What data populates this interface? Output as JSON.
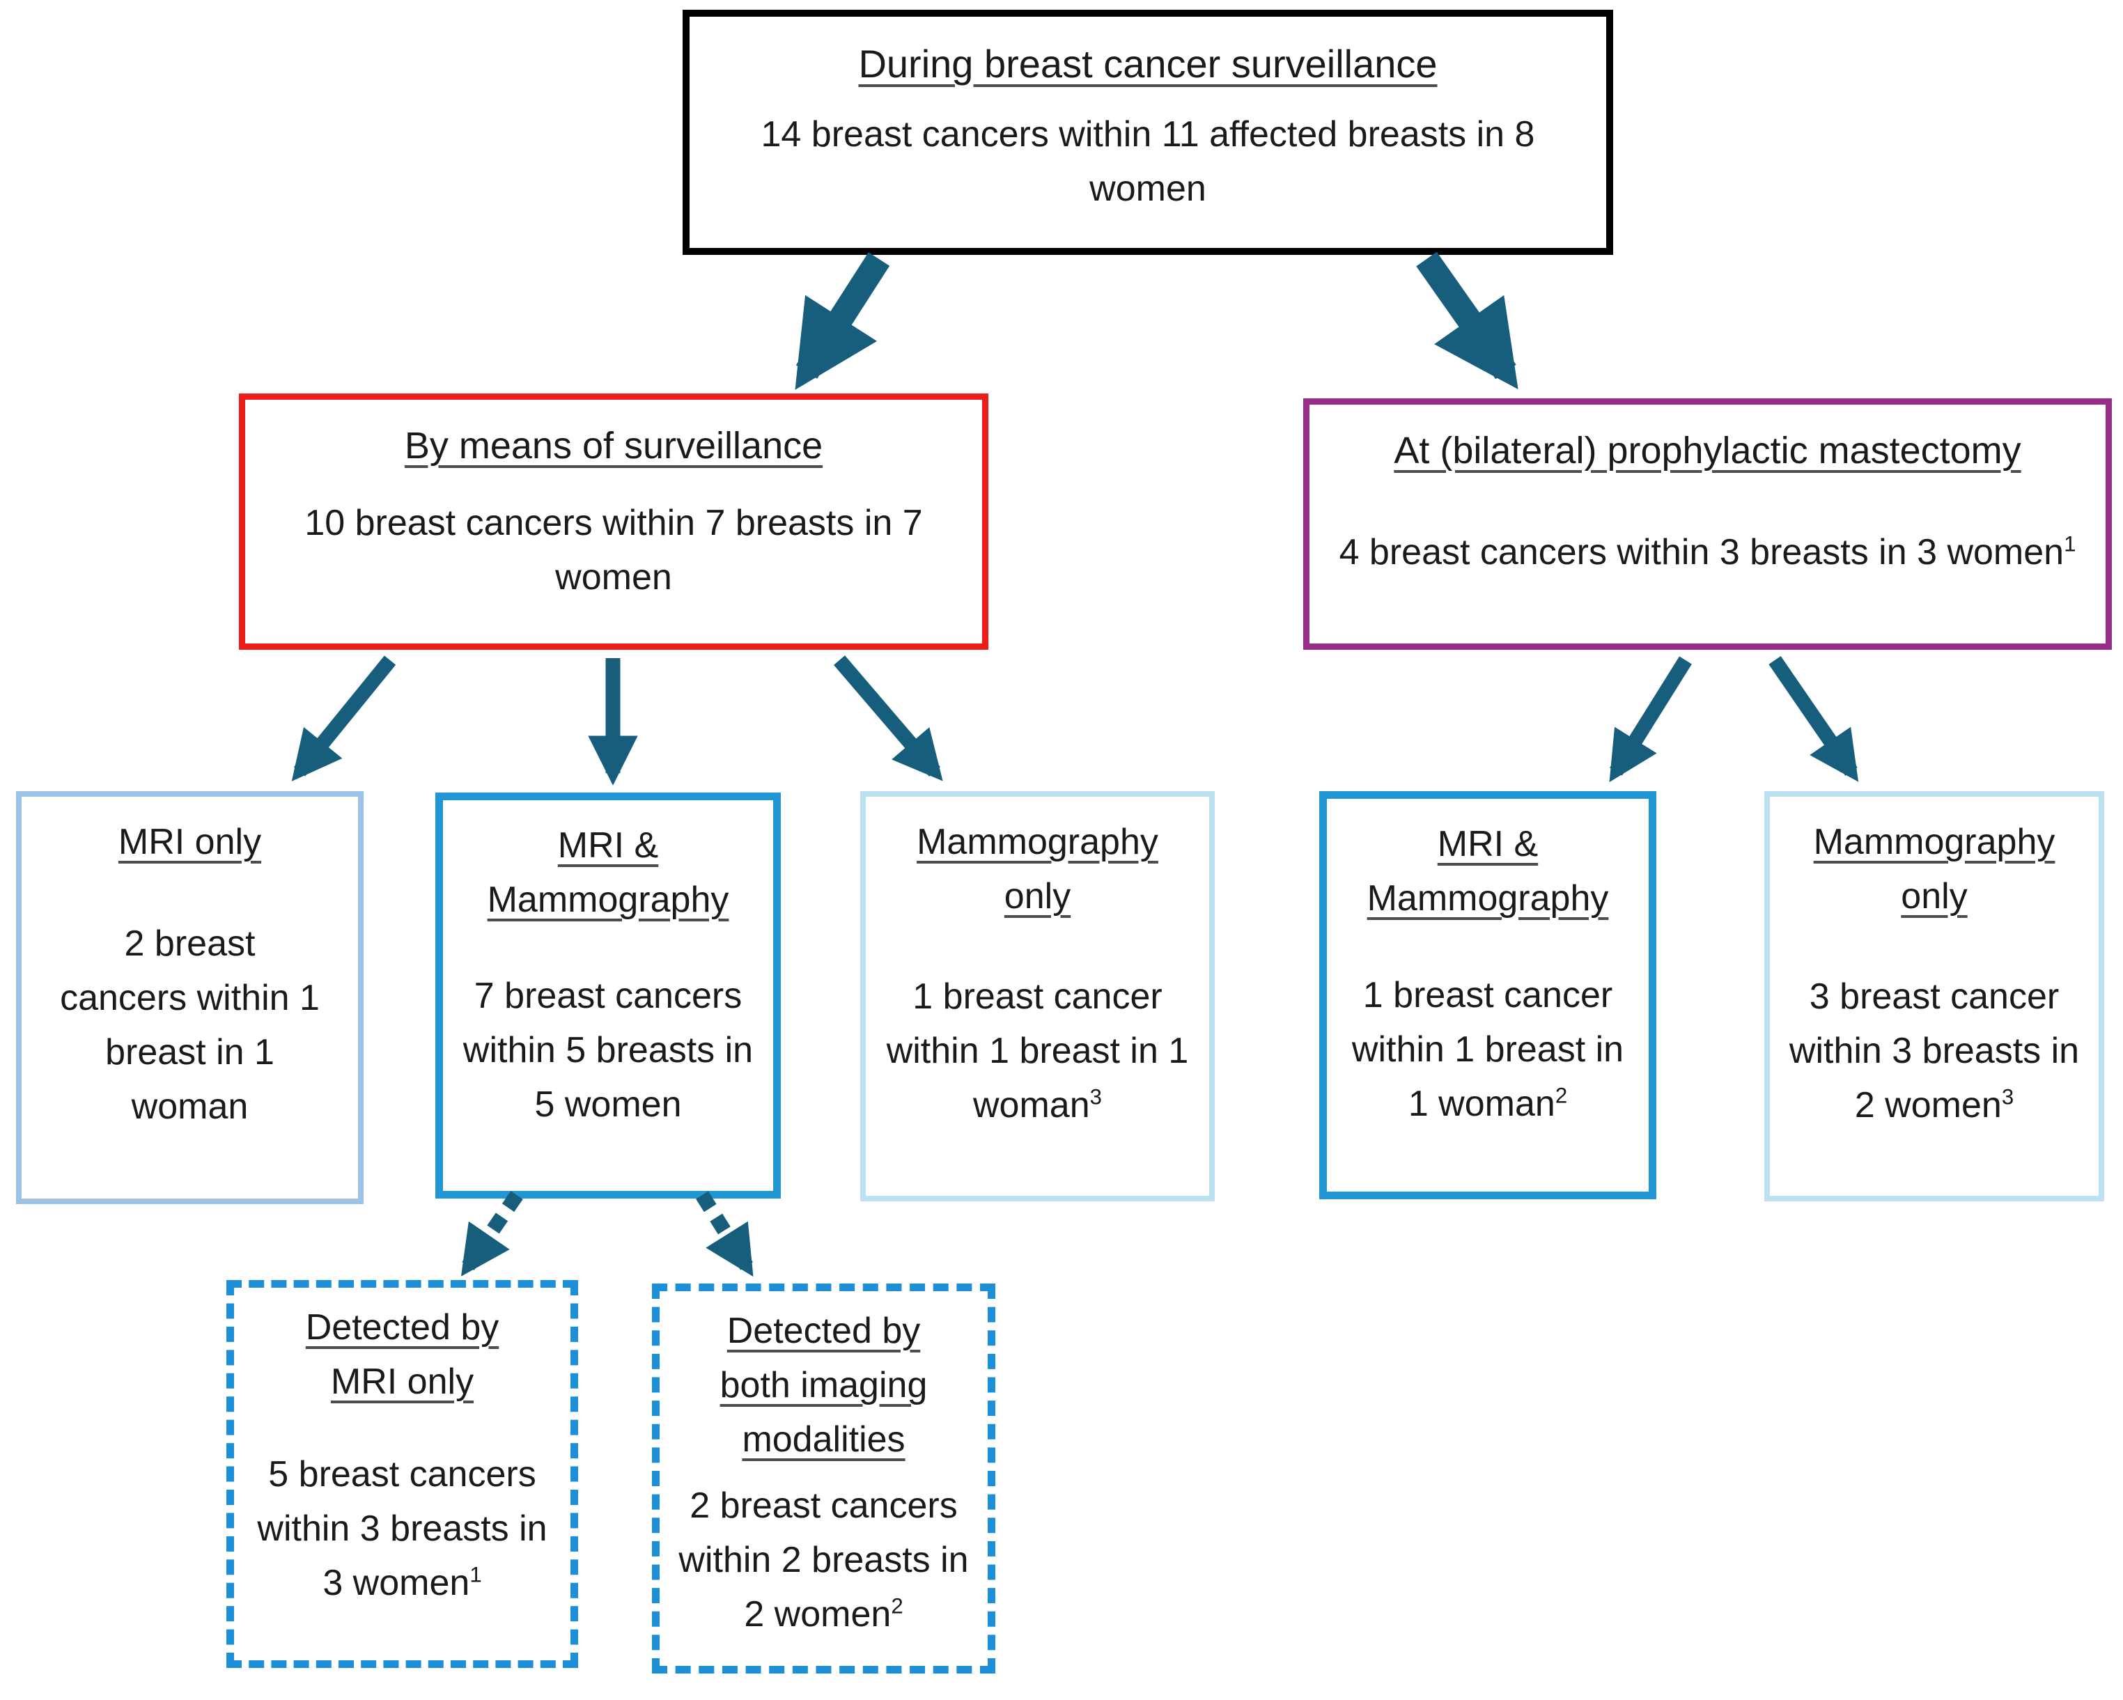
{
  "diagram": {
    "boxes": {
      "top": {
        "title": "During breast cancer surveillance",
        "body": "14 breast cancers within 11 affected breasts in 8 women"
      },
      "surveillance": {
        "title": "By means of surveillance",
        "body": "10 breast cancers within 7 breasts in 7 women"
      },
      "mastectomy": {
        "title": "At (bilateral) prophylactic mastectomy",
        "body": "4 breast cancers within 3 breasts in 3 women",
        "sup": "1"
      },
      "mri_only": {
        "title": "MRI only",
        "body": "2 breast cancers within 1 breast in 1 woman"
      },
      "mri_mammo_left": {
        "title": "MRI & Mammography",
        "body": "7 breast cancers within 5 breasts in 5 women"
      },
      "mammo_only_left": {
        "title": "Mammography only",
        "body": "1 breast cancer within 1 breast in 1 woman",
        "sup": "3"
      },
      "mri_mammo_right": {
        "title": "MRI & Mammography",
        "body": "1 breast cancer within 1 breast in 1 woman",
        "sup": "2"
      },
      "mammo_only_right": {
        "title": "Mammography only",
        "body": "3 breast cancer within 3 breasts in 2 women",
        "sup": "3"
      },
      "detected_mri": {
        "title": "Detected by MRI only",
        "body": "5 breast cancers within 3 breasts in 3 women",
        "sup": "1"
      },
      "detected_both": {
        "title": "Detected by both imaging modalities",
        "body": "2 breast cancers within 2 breasts in 2 women",
        "sup": "2"
      }
    },
    "colors": {
      "top_border": "#000000",
      "surveillance_border": "#ee1b1b",
      "mastectomy_border": "#982c86",
      "strong_blue_border": "#2096d5",
      "light_blue_border": "#9cc3e5",
      "pale_blue_border": "#bce2f2",
      "dashed_blue_border": "#1d8ed8",
      "arrow": "#175e7d",
      "text": "#1a1a1a"
    }
  }
}
